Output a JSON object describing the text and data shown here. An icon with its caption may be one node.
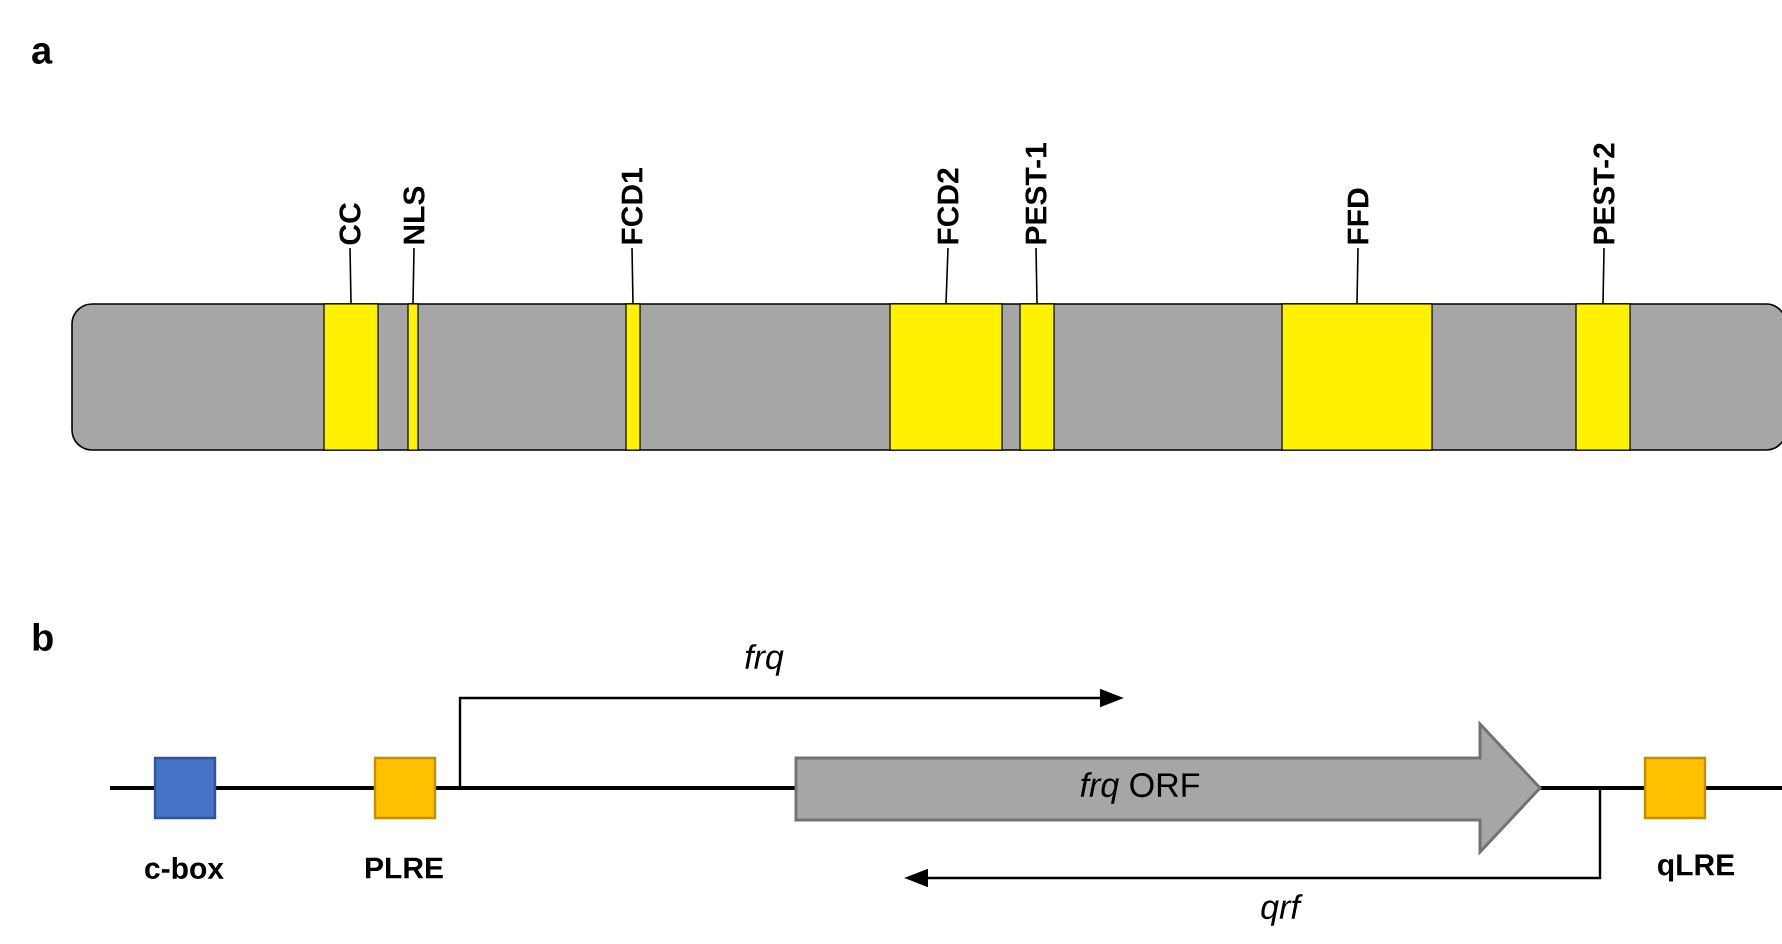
{
  "diagram": {
    "nodes": [
      {
        "text": [],
        "shape": "bar"
      },
      {
        "text": [],
        "shape": "box",
        "in": 0
      },
      {
        "text": [],
        "shape": "box",
        "in": 0
      },
      {
        "text": [],
        "shape": "box",
        "in": 0
      },
      {
        "text": [],
        "shape": "box",
        "in": 0
      },
      {
        "text": [],
        "shape": "box",
        "in": 0
      },
      {
        "text": [],
        "shape": "box",
        "in": 0
      },
      {
        "text": [],
        "shape": "box",
        "in": 0
      },
      {
        "text": [
          "CC"
        ]
      },
      {
        "text": [
          "NLS"
        ]
      },
      {
        "text": [
          "FCD1"
        ]
      },
      {
        "text": [
          "FCD2"
        ]
      },
      {
        "text": [
          "PEST-1"
        ]
      },
      {
        "text": [
          "FFD"
        ]
      },
      {
        "text": [
          "PEST-2"
        ]
      },
      {
        "text": [
          "c-box"
        ]
      },
      {
        "text": [
          "PLRE"
        ]
      },
      {
        "text": [
          "*frq* ORF"
        ]
      },
      {
        "text": [
          "qLRE"
        ]
      }
    ],
    "edges": [
      {
        "from": 8,
        "to": 1,
        "arrow": "none"
      },
      {
        "from": 9,
        "to": 2,
        "arrow": "none"
      },
      {
        "from": 10,
        "to": 3,
        "arrow": "none"
      },
      {
        "from": 11,
        "to": 4,
        "arrow": "none"
      },
      {
        "from": 12,
        "to": 5,
        "arrow": "none"
      },
      {
        "from": 13,
        "to": 6,
        "arrow": "none"
      },
      {
        "from": 14,
        "to": 7,
        "arrow": "none"
      },
      {
        "from": 16,
        "to": null,
        "arrow": "to",
        "label": "frq"
      },
      {
        "from": 18,
        "to": null,
        "arrow": "to",
        "label": "qrf"
      }
    ],
    "labels": [
      "a",
      "b"
    ]
  }
}
